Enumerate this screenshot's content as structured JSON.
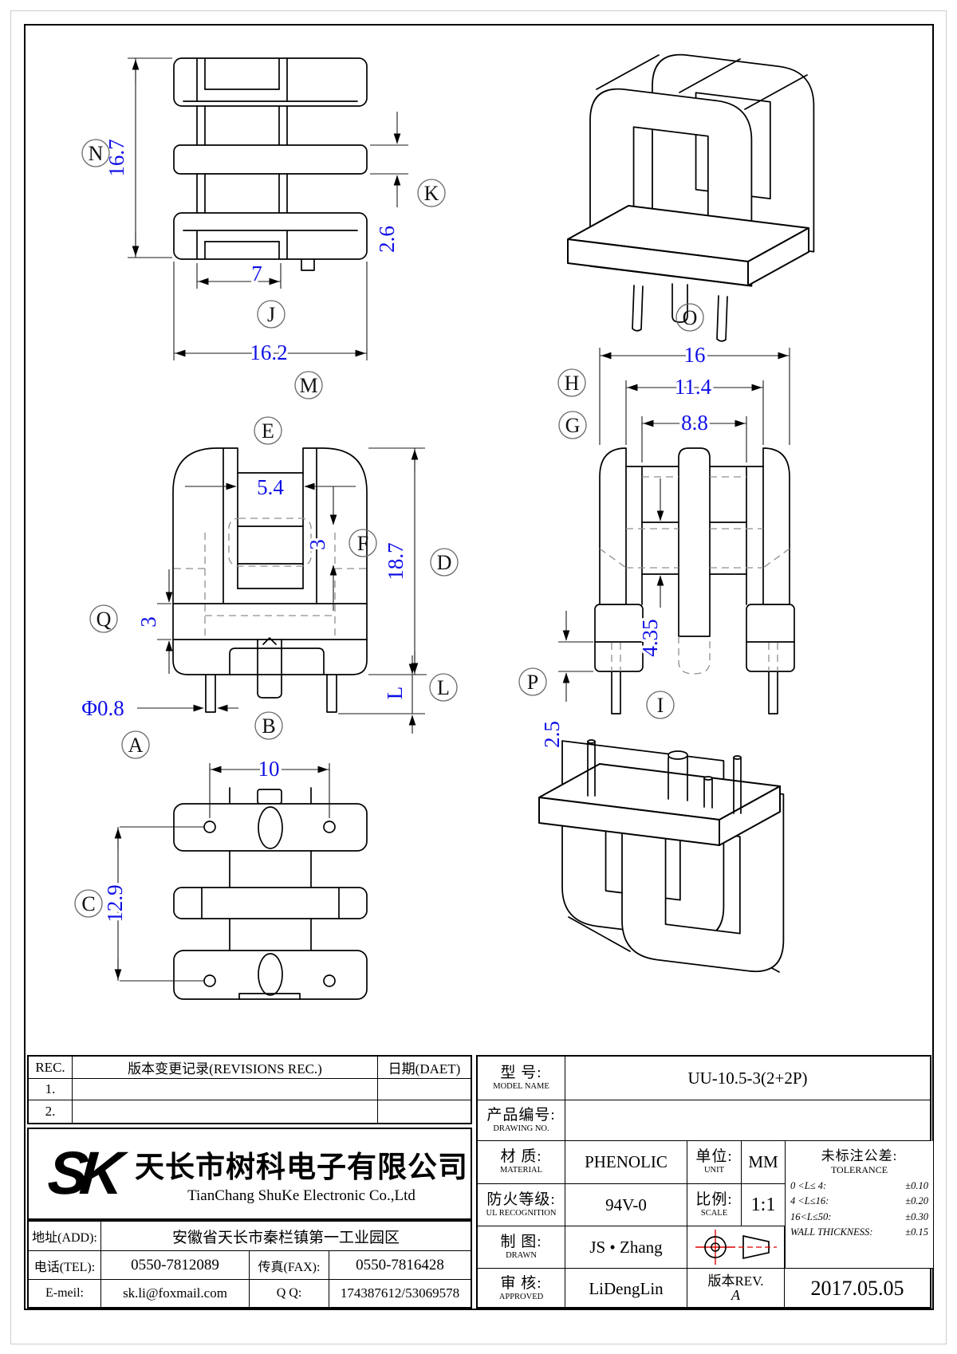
{
  "balloons": {
    "N": "N",
    "K": "K",
    "J": "J",
    "M": "M",
    "E": "E",
    "F": "F",
    "D": "D",
    "Q": "Q",
    "L": "L",
    "A": "A",
    "B": "B",
    "C": "C",
    "O": "O",
    "H": "H",
    "G": "G",
    "P": "P",
    "I": "I"
  },
  "dims": {
    "top_height": "16.7",
    "flange_t": "2.6",
    "core_w": "7",
    "top_width": "16.2",
    "window_w": "5.4",
    "window_h": "3",
    "front_h": "18.7",
    "base_t": "3",
    "pin_len": "L",
    "pin_dia": "Φ0.8",
    "hole_pitch": "10",
    "row_pitch": "12.9",
    "side_w": "16",
    "side_w2": "11.4",
    "side_w3": "8.8",
    "band_h": "4.35",
    "seat_h": "2.5"
  },
  "title_block": {
    "rev_table": {
      "col_rec": "REC.",
      "col_desc": "版本变更记录(REVISIONS REC.)",
      "col_date": "日期(DAET)",
      "rows": [
        "1.",
        "2."
      ]
    },
    "company": {
      "logo": "SK",
      "name_cn": "天长市树科电子有限公司",
      "name_en": "TianChang ShuKe Electronic Co.,Ltd"
    },
    "contact": {
      "addr_label": "地址(ADD):",
      "addr_value": "安徽省天长市秦栏镇第一工业园区",
      "tel_label": "电话(TEL):",
      "tel_value": "0550-7812089",
      "fax_label": "传真(FAX):",
      "fax_value": "0550-7816428",
      "email_label": "E-meil:",
      "email_value": "sk.li@foxmail.com",
      "qq_label": "Q Q:",
      "qq_value": "174387612/53069578"
    },
    "spec": {
      "model_label": "型  号:",
      "model_sub": "MODEL NAME",
      "model_value": "UU-10.5-3(2+2P)",
      "drawing_label": "产品编号:",
      "drawing_sub": "DRAWING NO.",
      "drawing_value": "",
      "material_label": "材  质:",
      "material_sub": "MATERIAL",
      "material_value": "PHENOLIC",
      "unit_label": "单位:",
      "unit_sub": "UNIT",
      "unit_value": "MM",
      "ul_label": "防火等级:",
      "ul_sub": "UL RECOGNITION",
      "ul_value": "94V-0",
      "scale_label": "比例:",
      "scale_sub": "SCALE",
      "scale_value": "1:1",
      "drawn_label": "制  图:",
      "drawn_sub": "DRAWN",
      "drawn_value": "JS • Zhang",
      "approved_label": "审  核:",
      "approved_sub": "APPROVED",
      "approved_value": "LiDengLin",
      "rev_label": "版本REV.",
      "rev_value": "A",
      "date_value": "2017.05.05"
    },
    "tolerance": {
      "title_cn": "未标注公差:",
      "title_en": "TOLERANCE",
      "rows": [
        {
          "range": "0 <L≤ 4:",
          "value": "±0.10"
        },
        {
          "range": "4 <L≤16:",
          "value": "±0.20"
        },
        {
          "range": "16<L≤50:",
          "value": "±0.30"
        },
        {
          "range": "WALL THICKNESS:",
          "value": "±0.15"
        }
      ]
    }
  }
}
